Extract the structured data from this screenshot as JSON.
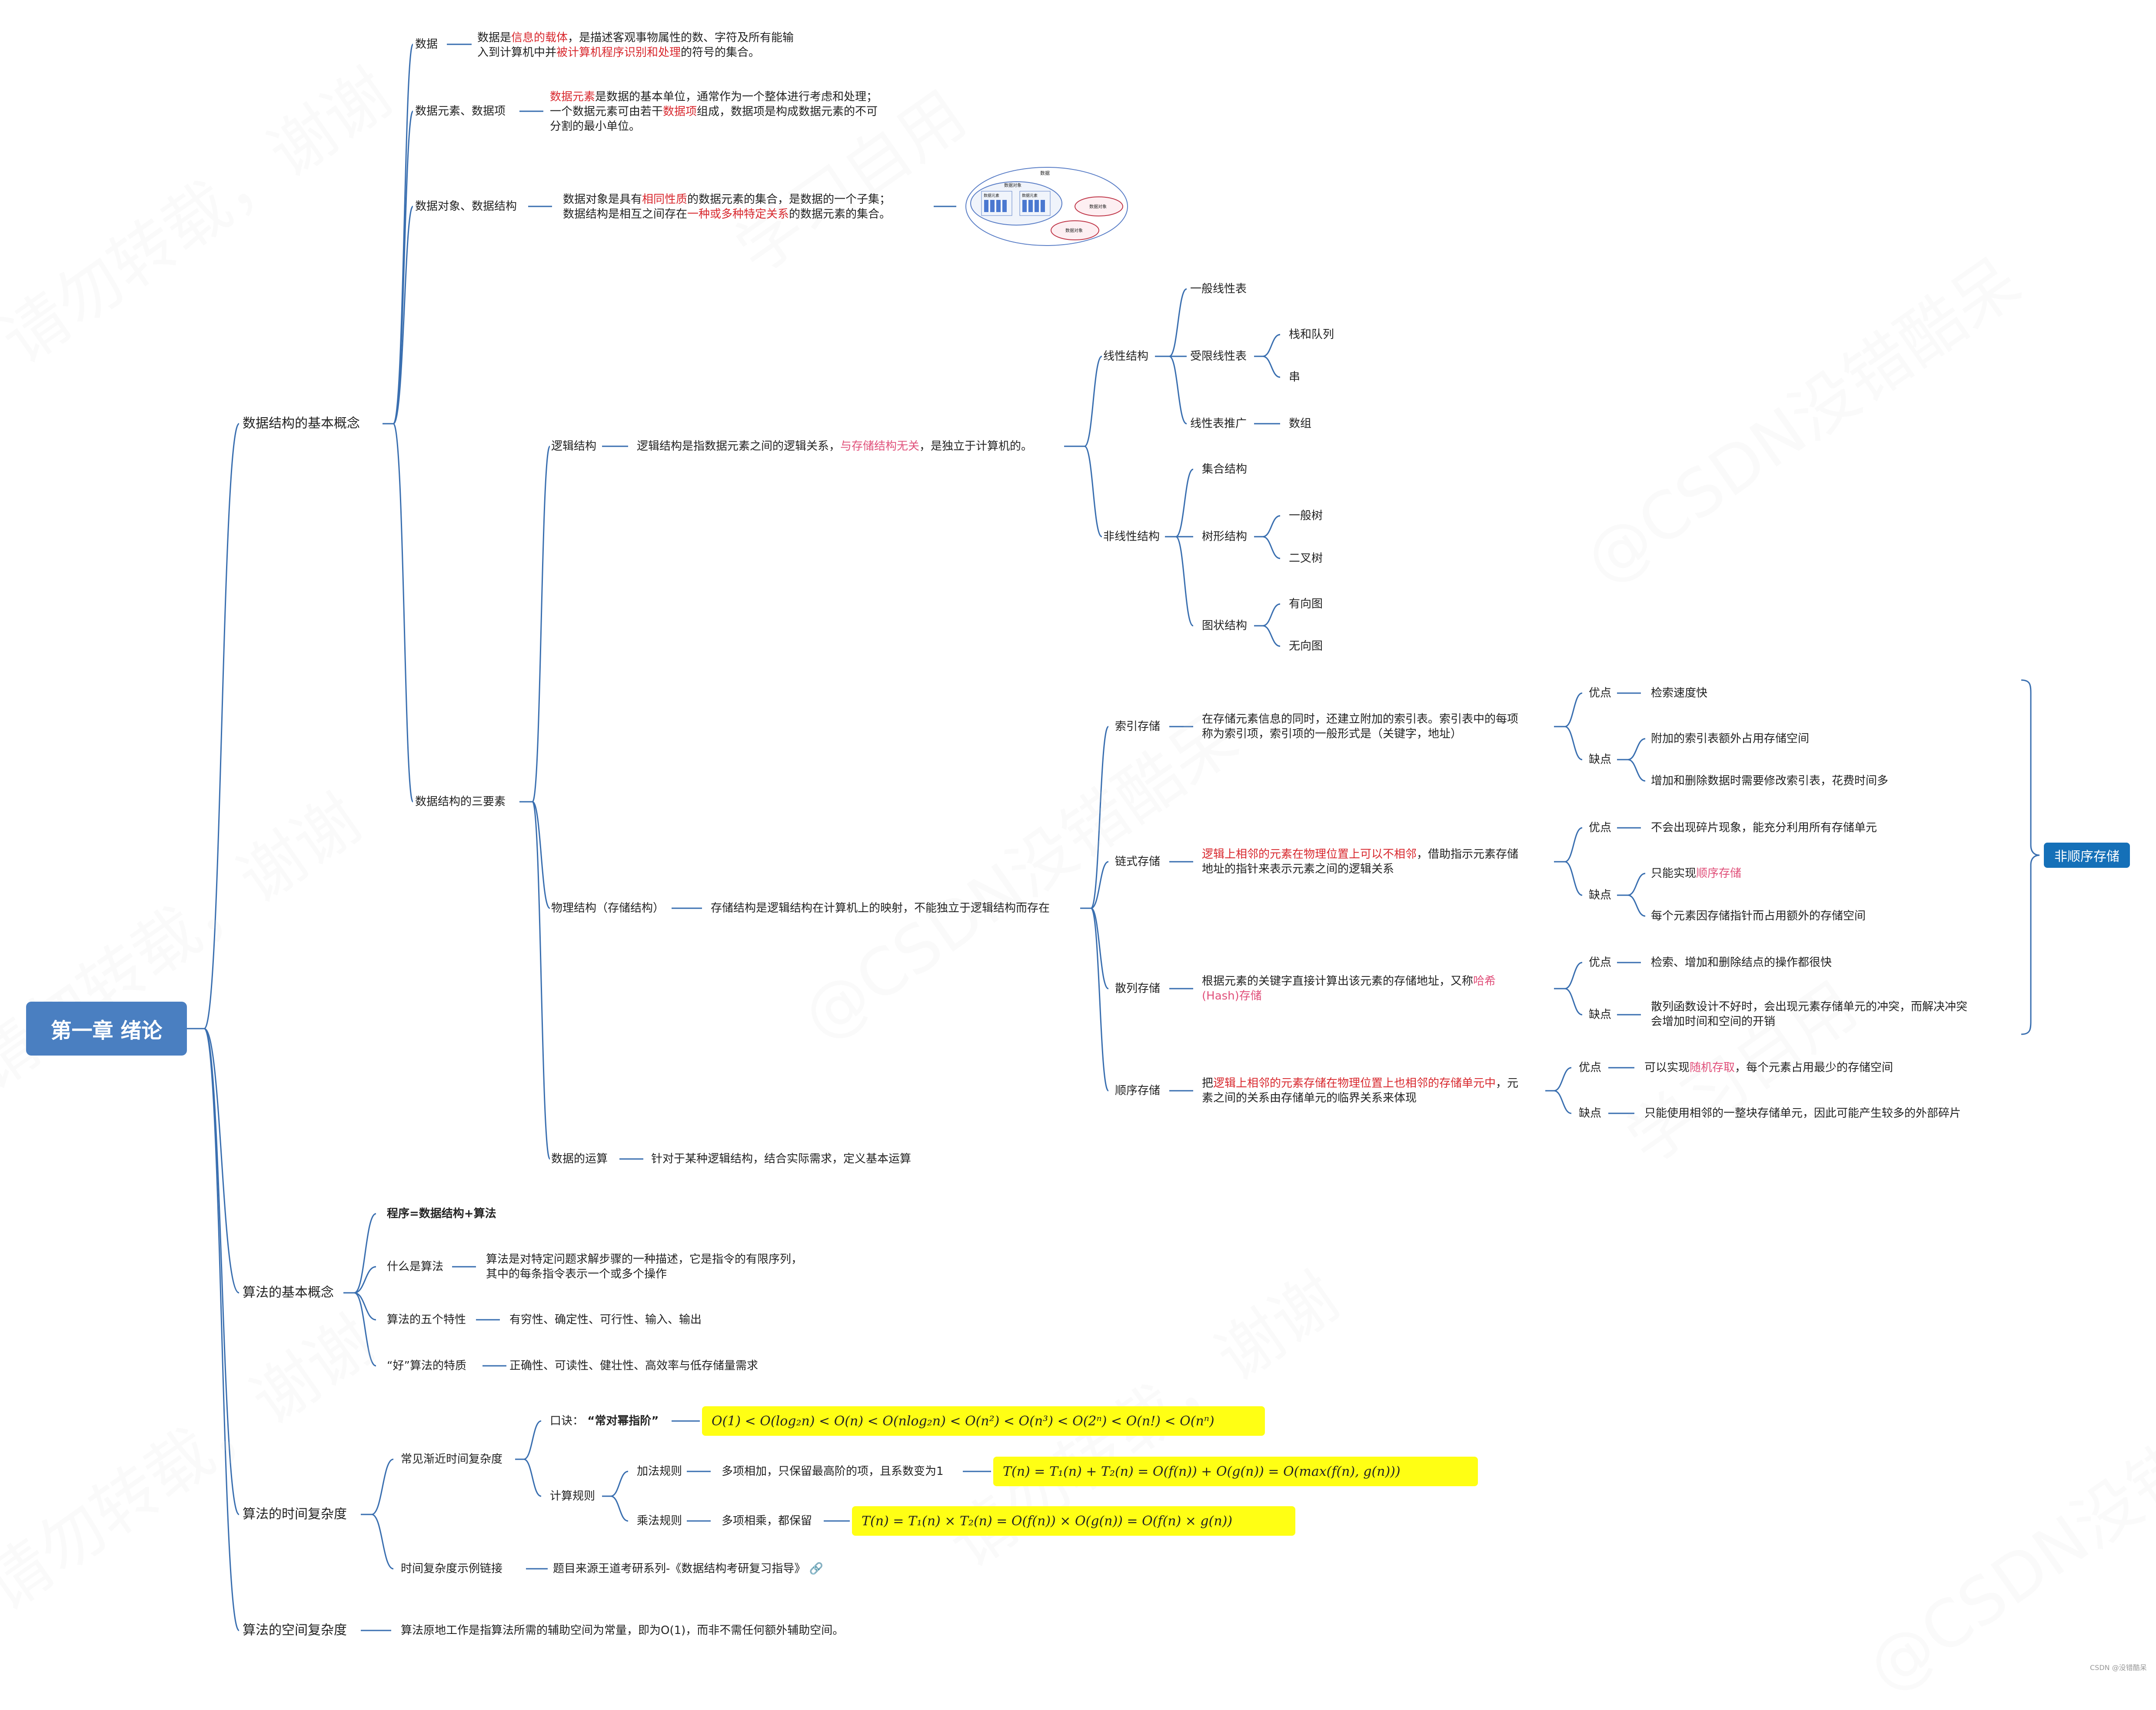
{
  "root": "第一章 绪论",
  "l1": {
    "basic": "数据结构的基本概念",
    "algo": "算法的基本概念",
    "time": "算法的时间复杂度",
    "space": "算法的空间复杂度"
  },
  "data": {
    "label": "数据",
    "d1": "数据是",
    "d2": "信息的载体",
    "d3": "，是描述客观事物属性的数、字符及所有能输",
    "d4": "入到计算机中并",
    "d5": "被计算机程序识别和处理",
    "d6": "的符号的集合。"
  },
  "element": {
    "label": "数据元素、数据项",
    "e1": "数据元素",
    "e2": "是数据的基本单位，通常作为一个整体进行考虑和处理；",
    "e3": "一个数据元素可由若干",
    "e4": "数据项",
    "e5": "组成，数据项是构成数据元素的不可",
    "e6": "分割的最小单位。"
  },
  "object": {
    "label": "数据对象、数据结构",
    "o1": "数据对象是具有",
    "o2": "相同性质",
    "o3": "的数据元素的集合，是数据的一个子集；",
    "o4": "数据结构是相互之间存在",
    "o5": "一种或多种特定关系",
    "o6": "的数据元素的集合。",
    "img": {
      "outer": "数据",
      "group": "数据对象",
      "e1": "数据元素",
      "e2": "数据元素",
      "o1": "数据对象",
      "o2": "数据对象"
    }
  },
  "three": {
    "label": "数据结构的三要素"
  },
  "logic": {
    "label": "逻辑结构",
    "desc1": "逻辑结构是指数据元素之间的逻辑关系，",
    "desc2": "与存储结构无关",
    "desc3": "，是独立于计算机的。",
    "linear": {
      "label": "线性结构",
      "general": "一般线性表",
      "limited": "受限线性表",
      "stack": "栈和队列",
      "string": "串",
      "ext": "线性表推广",
      "array": "数组"
    },
    "nonlinear": {
      "label": "非线性结构",
      "set": "集合结构",
      "tree": "树形结构",
      "gtree": "一般树",
      "btree": "二叉树",
      "graph": "图状结构",
      "dg": "有向图",
      "ug": "无向图"
    }
  },
  "physical": {
    "label": "物理结构（存储结构）",
    "desc": "存储结构是逻辑结构在计算机上的映射，不能独立于逻辑结构而存在",
    "index": {
      "label": "索引存储",
      "desc1": "在存储元素信息的同时，还建立附加的索引表。索引表中的每项",
      "desc2": "称为索引项，索引项的一般形式是（关键字，地址）",
      "pros": "优点",
      "pro1": "检索速度快",
      "cons": "缺点",
      "con1": "附加的索引表额外占用存储空间",
      "con2": "增加和删除数据时需要修改索引表，花费时间多"
    },
    "linked": {
      "label": "链式存储",
      "desc1": "逻辑上相邻的元素在物理位置上可以不相邻",
      "desc2": "，借助指示元素存储",
      "desc3": "地址的指针来表示元素之间的逻辑关系",
      "pros": "优点",
      "pro1": "不会出现碎片现象，能充分利用所有存储单元",
      "cons": "缺点",
      "con1a": "只能实现",
      "con1b": "顺序存储",
      "con2": "每个元素因存储指针而占用额外的存储空间"
    },
    "hash": {
      "label": "散列存储",
      "desc1": "根据元素的关键字直接计算出该元素的存储地址，又称",
      "desc2": "哈希",
      "desc3": "(Hash)存储",
      "pros": "优点",
      "pro1": "检索、增加和删除结点的操作都很快",
      "cons": "缺点",
      "con1": "散列函数设计不好时，会出现元素存储单元的冲突，而解决冲突",
      "con2": "会增加时间和空间的开销"
    },
    "seq": {
      "label": "顺序存储",
      "desc1": "把",
      "desc2": "逻辑上相邻的元素存储在物理位置上也相邻的存储单元中",
      "desc3": "，元",
      "desc4": "素之间的关系由存储单元的临界关系来体现",
      "pros": "优点",
      "pro1a": "可以实现",
      "pro1b": "随机存取",
      "pro1c": "，每个元素占用最少的存储空间",
      "cons": "缺点",
      "con1": "只能使用相邻的一整块存储单元，因此可能产生较多的外部碎片"
    },
    "tag": "非顺序存储"
  },
  "ops": {
    "label": "数据的运算",
    "desc": "针对于某种逻辑结构，结合实际需求，定义基本运算"
  },
  "algo": {
    "program": "程序=数据结构+算法",
    "what": "什么是算法",
    "what1": "算法是对特定问题求解步骤的一种描述，它是指令的有限序列，",
    "what2": "其中的每条指令表示一个或多个操作",
    "five": "算法的五个特性",
    "five_desc": "有穷性、确定性、可行性、输入、输出",
    "good": "“好”算法的特质",
    "good_desc": "正确性、可读性、健壮性、高效率与低存储量需求"
  },
  "time": {
    "common": "常见渐近时间复杂度",
    "mnemonic_a": "口诀：",
    "mnemonic_b": "“常对幂指阶”",
    "order": "O(1) < O(log₂n) < O(n) < O(nlog₂n) < O(n²) < O(n³) < O(2ⁿ) < O(n!) < O(nⁿ)",
    "rules": "计算规则",
    "add": "加法规则",
    "add_desc": "多项相加，只保留最高阶的项，且系数变为1",
    "add_formula": "T(n) = T₁(n) + T₂(n) = O(f(n)) + O(g(n)) = O(max(f(n), g(n)))",
    "mul": "乘法规则",
    "mul_desc": "多项相乘，都保留",
    "mul_formula": "T(n) = T₁(n) × T₂(n) = O(f(n)) × O(g(n)) = O(f(n) × g(n))",
    "link": "时间复杂度示例链接",
    "link_desc": "题目来源王道考研系列-《数据结构考研复习指导》"
  },
  "space": {
    "desc": "算法原地工作是指算法所需的辅助空间为常量，即为O(1)，而非不需任何额外辅助空间。"
  },
  "footer": "CSDN @没错酷呆",
  "watermarks": [
    "请勿转载，谢谢",
    "学习自用",
    "@CSDN没错酷呆"
  ]
}
